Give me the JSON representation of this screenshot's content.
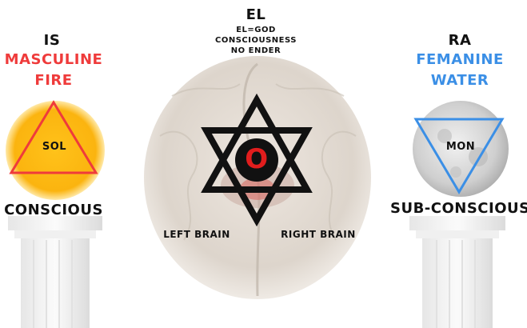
{
  "center": {
    "title": "EL",
    "line1": "EL=GOD",
    "line2": "CONSCIOUSNESS",
    "line3": "NO ENDER",
    "symbol": "O",
    "left_label": "LEFT BRAIN",
    "right_label": "RIGHT BRAIN"
  },
  "left": {
    "name": "IS",
    "quality1": "MASCULINE",
    "quality2": "FIRE",
    "emblem": "SOL",
    "state": "CONSCIOUS"
  },
  "right": {
    "name": "RA",
    "quality1": "FEMANINE",
    "quality2": "WATER",
    "emblem": "MON",
    "state": "SUB-CONSCIOUS"
  },
  "colors": {
    "fire": "#ef3b3b",
    "water": "#3b8fe6",
    "sun": "#fbb40f",
    "star": "#111111"
  },
  "icons": [
    "sun-icon",
    "moon-icon",
    "star-of-david-icon",
    "brain-image",
    "pillar-image"
  ]
}
